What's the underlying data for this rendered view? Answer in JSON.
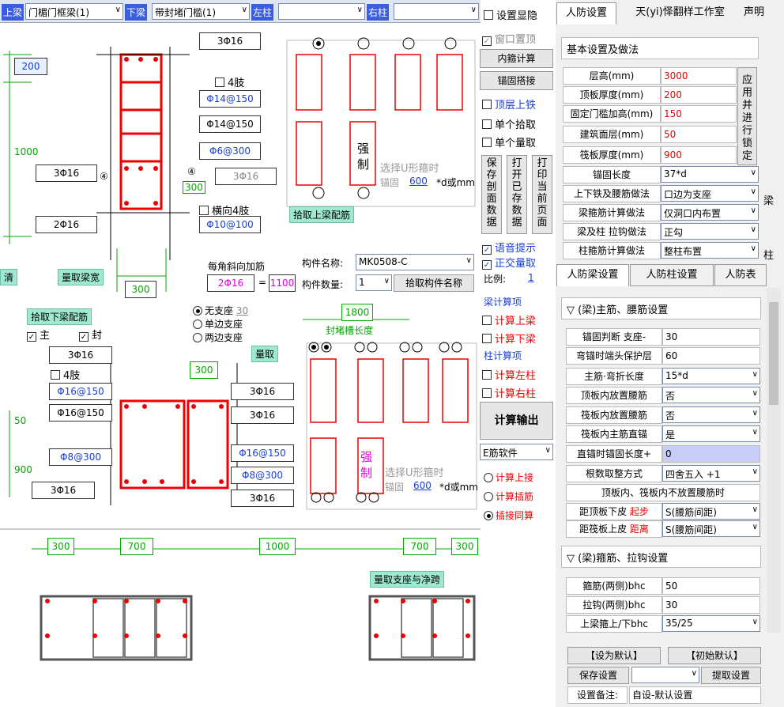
{
  "topbar": {
    "upper_beam_label": "上梁",
    "upper_beam_value": "门楣门框梁(1)",
    "lower_beam_label": "下梁",
    "lower_beam_value": "带封堵门槛(1)",
    "left_col_label": "左柱",
    "left_col_value": "",
    "right_col_label": "右柱",
    "right_col_value": ""
  },
  "upper": {
    "dim200": "200",
    "dim1000": "1000",
    "dim300": "300",
    "bar_top": "3Φ16",
    "four_limb": "4肢",
    "s1": "Φ14@150",
    "s2": "Φ14@150",
    "s3": "Φ6@300",
    "left_bar": "3Φ16",
    "mark4a": "④",
    "mark4b": "④",
    "right_bar": "3Φ16",
    "horiz4": "横向4肢",
    "s4": "Φ10@100",
    "bottom_bar": "2Φ16"
  },
  "mid": {
    "clear": "清",
    "pick_width": "量取梁宽",
    "w300": "300",
    "corner_title": "每角斜向加筋",
    "corner_a": "2Φ16",
    "eq": "=",
    "corner_b": "1100",
    "comp_name_label": "构件名称:",
    "comp_name": "MK0508-C",
    "comp_qty_label": "构件数量:",
    "comp_qty": "1",
    "pick_name": "拾取构件名称",
    "pick_upper": "拾取上梁配筋",
    "pick_lower": "拾取下梁配筋",
    "main": "主",
    "seal": "封",
    "no_support": "无支座",
    "no_support_val": "30",
    "single_support": "单边支座",
    "double_support": "两边支座",
    "measure": "量取",
    "dim1800": "1800",
    "seal_len": "封堵槽长度"
  },
  "upper_sel": {
    "strong": "强制",
    "hint": "选择U形箍时",
    "anchor": "锚固",
    "anchor_val": "600",
    "unit": "*d或mm"
  },
  "lower_sel": {
    "strong": "强制",
    "hint": "选择U形箍时",
    "anchor": "锚固",
    "anchor_val": "600",
    "unit": "*d或mm"
  },
  "lower": {
    "b1": "3Φ16",
    "four": "4肢",
    "s1": "Φ16@150",
    "s2": "Φ16@150",
    "d50": "50",
    "s3": "Φ8@300",
    "d900": "900",
    "b2": "3Φ16",
    "d300": "300",
    "r1": "3Φ16",
    "r2": "3Φ16",
    "r3": "Φ16@150",
    "r4": "Φ8@300",
    "r5": "3Φ16"
  },
  "span": {
    "d1": "300",
    "d2": "700",
    "d3": "1000",
    "d4": "700",
    "d5": "300",
    "pick": "量取支座与净跨"
  },
  "middle_panel": {
    "window": "窗口置顶",
    "inner_calc": "内箍计算",
    "anchor_lap": "锚固搭接",
    "top_iron": "顶层上铁",
    "single_pick": "单个拾取",
    "single_measure": "单个量取",
    "save_btn": "保存剖面数据",
    "open_btn": "打开已存数据",
    "print_btn": "打印当前页面",
    "voice": "语音提示",
    "ortho": "正交量取",
    "scale_label": "比例:",
    "scale_val": "1",
    "beam_calc": "梁计算项",
    "calc_upper": "计算上梁",
    "calc_lower": "计算下梁",
    "col_calc": "柱计算项",
    "calc_left": "计算左柱",
    "calc_right": "计算右柱",
    "calc_out": "计算输出",
    "soft": "E筋软件",
    "r_upper": "计算上接",
    "r_insert": "计算插筋",
    "r_same": "插接同算"
  },
  "right": {
    "show_settings": "设置显隐",
    "tab_civil": "人防设置",
    "tab_studio": "天(yi)怿翻样工作室",
    "tab_declare": "声明",
    "basic": "基本设置及做法",
    "rows": [
      {
        "l": "层高(mm)",
        "v": "3000"
      },
      {
        "l": "顶板厚度(mm)",
        "v": "200"
      },
      {
        "l": "固定门槛加高(mm)",
        "v": "150"
      },
      {
        "l": "建筑面层(mm)",
        "v": "50"
      },
      {
        "l": "筏板厚度(mm)",
        "v": "900"
      }
    ],
    "apply": "应用并进行锁定",
    "drop_rows": [
      {
        "l": "锚固长度",
        "v": "37*d"
      },
      {
        "l": "上下铁及腰筋做法",
        "v": "口边为支座"
      },
      {
        "l": "梁箍筋计算做法",
        "v": "仅洞口内布置"
      },
      {
        "l": "梁及柱 拉钩做法",
        "v": "正勾"
      },
      {
        "l": "柱箍筋计算做法",
        "v": "整柱布置"
      }
    ],
    "side_beam": "梁",
    "side_col": "柱",
    "tab2_beam": "人防梁设置",
    "tab2_col": "人防柱设置",
    "tab2_slab": "人防表",
    "sec1": "▽ (梁)主筋、腰筋设置",
    "beam_rows": [
      {
        "l": "锚固判断 支座-",
        "v": "30"
      },
      {
        "l": "弯锚时端头保护层",
        "v": "60"
      },
      {
        "l": "主筋·弯折长度",
        "v": "15*d"
      },
      {
        "l": "顶板内放置腰筋",
        "v": "否"
      },
      {
        "l": "筏板内放置腰筋",
        "v": "否"
      },
      {
        "l": "筏板内主筋直锚",
        "v": "是"
      },
      {
        "l": "直锚时锚固长度+",
        "v": "0"
      },
      {
        "l": "根数取整方式",
        "v": "四舍五入 +1"
      }
    ],
    "note": "顶板内、筏板内不放置腰筋时",
    "dist1_a": "距顶板下皮",
    "dist1_b": "起步",
    "dist1_v": "S(腰筋间距)",
    "dist2_a": "距筏板上皮",
    "dist2_b": "距离",
    "dist2_v": "S(腰筋间距)",
    "sec2": "▽ (梁)箍筋、拉钩设置",
    "stir_rows": [
      {
        "l": "箍筋(两侧)bhc",
        "v": "50"
      },
      {
        "l": "拉钩(两侧)bhc",
        "v": "30"
      },
      {
        "l": "上梁箍上/下bhc",
        "v": "35/25"
      }
    ],
    "set_default": "【设为默认】",
    "init_default": "【初始默认】",
    "save_set": "保存设置",
    "fetch_set": "提取设置",
    "remark_label": "设置备注:",
    "remark": "自设-默认设置"
  }
}
